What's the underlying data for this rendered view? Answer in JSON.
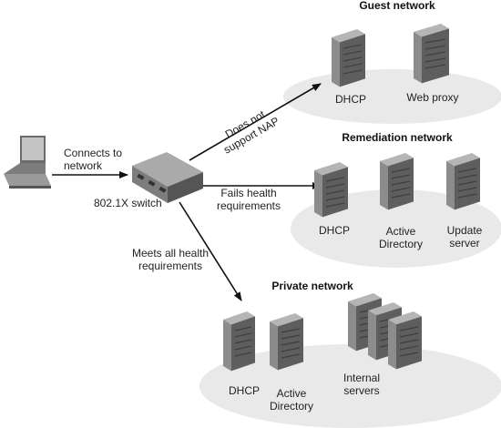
{
  "colors": {
    "oval": "#e9e9e9",
    "server_front": "#8c8c8c",
    "server_side": "#5e5e5e",
    "server_top": "#b5b5b5",
    "line": "#111111",
    "text": "#222222"
  },
  "client": {
    "icon": "laptop-icon",
    "link_label": [
      "Connects to",
      "network"
    ]
  },
  "switch": {
    "icon": "network-switch-icon",
    "label": "802.1X switch"
  },
  "paths": [
    {
      "label": [
        "Does not",
        "support NAP"
      ]
    },
    {
      "label": [
        "Fails health",
        "requirements"
      ]
    },
    {
      "label": [
        "Meets all health",
        "requirements"
      ]
    }
  ],
  "networks": {
    "guest": {
      "title": "Guest network",
      "servers": [
        {
          "label": [
            "DHCP"
          ]
        },
        {
          "label": [
            "Web proxy"
          ]
        }
      ]
    },
    "remediation": {
      "title": "Remediation network",
      "servers": [
        {
          "label": [
            "DHCP"
          ]
        },
        {
          "label": [
            "Active",
            "Directory"
          ]
        },
        {
          "label": [
            "Update",
            "server"
          ]
        }
      ]
    },
    "private": {
      "title": "Private network",
      "servers": [
        {
          "label": [
            "DHCP"
          ]
        },
        {
          "label": [
            "Active",
            "Directory"
          ]
        },
        {
          "label": [
            "Internal",
            "servers"
          ]
        }
      ]
    }
  }
}
